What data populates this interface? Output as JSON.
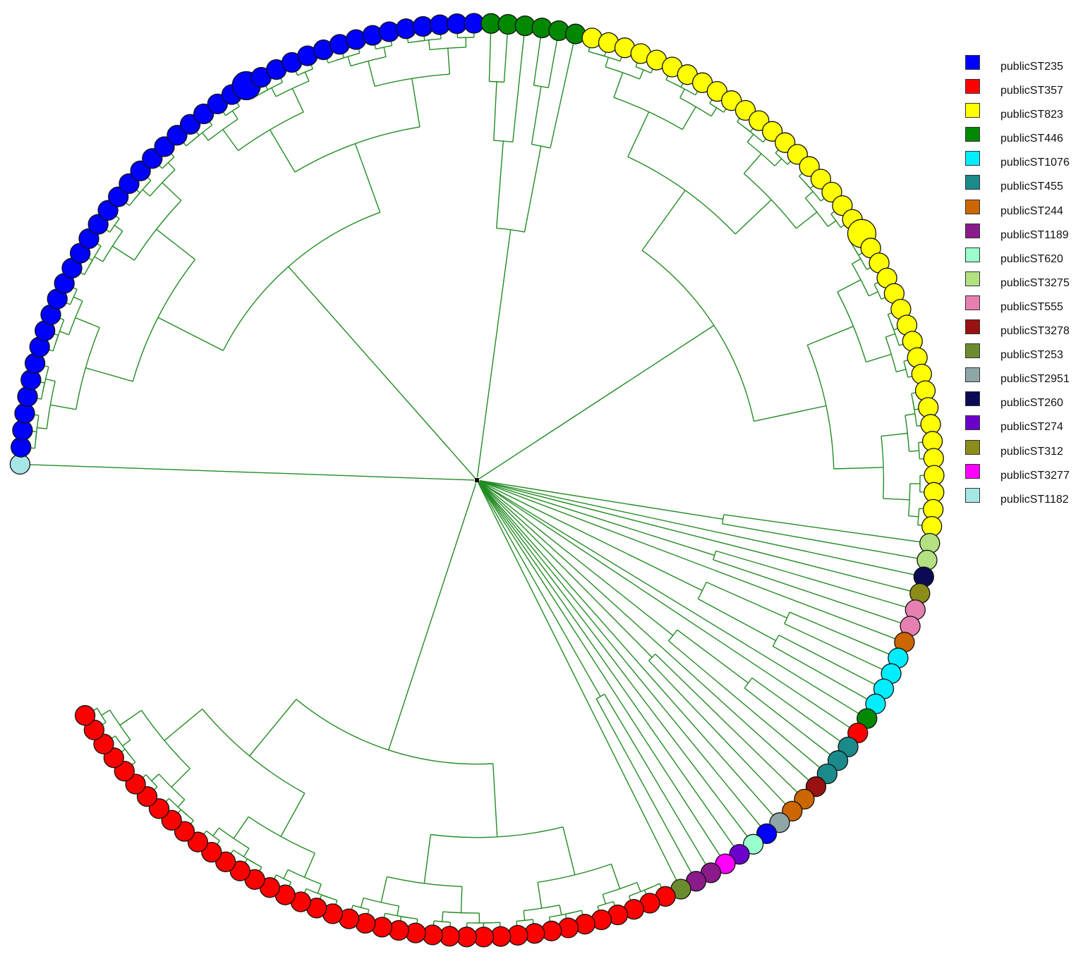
{
  "legend": {
    "items": [
      {
        "label": "publicST235",
        "color": "#0000ff"
      },
      {
        "label": "publicST357",
        "color": "#ff0000"
      },
      {
        "label": "publicST823",
        "color": "#ffff00"
      },
      {
        "label": "publicST446",
        "color": "#008800"
      },
      {
        "label": "publicST1076",
        "color": "#00eeff"
      },
      {
        "label": "publicST455",
        "color": "#1a8a8a"
      },
      {
        "label": "publicST244",
        "color": "#cc6600"
      },
      {
        "label": "publicST1189",
        "color": "#8b1a8b"
      },
      {
        "label": "publicST620",
        "color": "#99ffcc"
      },
      {
        "label": "publicST3275",
        "color": "#b3e080"
      },
      {
        "label": "publicST555",
        "color": "#e680b0"
      },
      {
        "label": "publicST3278",
        "color": "#991111"
      },
      {
        "label": "publicST253",
        "color": "#6b8c2e"
      },
      {
        "label": "publicST2951",
        "color": "#8fa6a6"
      },
      {
        "label": "publicST260",
        "color": "#0a0a55"
      },
      {
        "label": "publicST274",
        "color": "#6b00cc"
      },
      {
        "label": "publicST312",
        "color": "#8c8c1a"
      },
      {
        "label": "publicST3277",
        "color": "#ff00ff"
      },
      {
        "label": "publicST1182",
        "color": "#a6e6e6"
      }
    ]
  },
  "tree": {
    "branch_color": "#228b22",
    "groups": [
      {
        "st": "publicST1182",
        "count": 1
      },
      {
        "st": "publicST235",
        "count": 41
      },
      {
        "st": "publicST446",
        "count": 6
      },
      {
        "st": "publicST823",
        "count": 39
      },
      {
        "st": "publicST3275",
        "count": 2
      },
      {
        "st": "publicST260",
        "count": 1
      },
      {
        "st": "publicST312",
        "count": 1
      },
      {
        "st": "publicST555",
        "count": 2
      },
      {
        "st": "publicST244",
        "count": 1
      },
      {
        "st": "publicST1076",
        "count": 4
      },
      {
        "st": "publicST446",
        "count": 1
      },
      {
        "st": "publicST357",
        "count": 1
      },
      {
        "st": "publicST455",
        "count": 3
      },
      {
        "st": "publicST3278",
        "count": 1
      },
      {
        "st": "publicST244",
        "count": 2
      },
      {
        "st": "publicST2951",
        "count": 1
      },
      {
        "st": "publicST235",
        "count": 1
      },
      {
        "st": "publicST620",
        "count": 1
      },
      {
        "st": "publicST274",
        "count": 1
      },
      {
        "st": "publicST3277",
        "count": 1
      },
      {
        "st": "publicST1189",
        "count": 2
      },
      {
        "st": "publicST253",
        "count": 1
      },
      {
        "st": "publicST357",
        "count": 40
      }
    ]
  }
}
